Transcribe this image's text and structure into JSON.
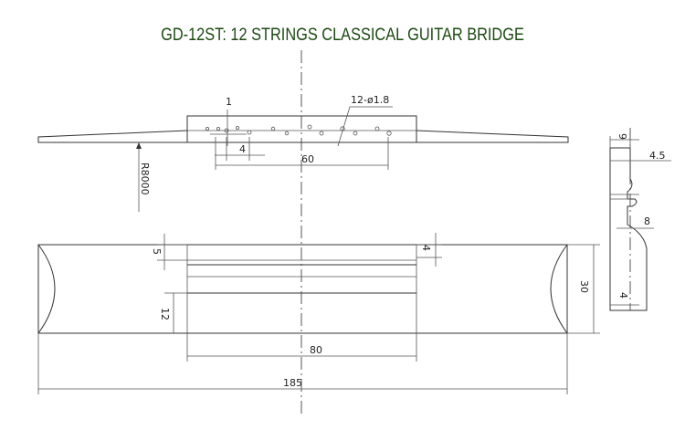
{
  "title": "GD-12ST: 12 STRINGS CLASSICAL GUITAR BRIDGE",
  "colors": {
    "title": "#1c4a12",
    "line": "#333333"
  },
  "dimensions": {
    "top_1": "1",
    "holes": "12-ø1.8",
    "gap_4": "4",
    "width_60": "60",
    "radius": "R8000",
    "side_9": "9",
    "side_4_5": "4.5",
    "side_8": "8",
    "side_4": "4",
    "left_5": "5",
    "right_4": "4",
    "height_30": "30",
    "left_12": "12",
    "width_80": "80",
    "length_185": "185"
  }
}
